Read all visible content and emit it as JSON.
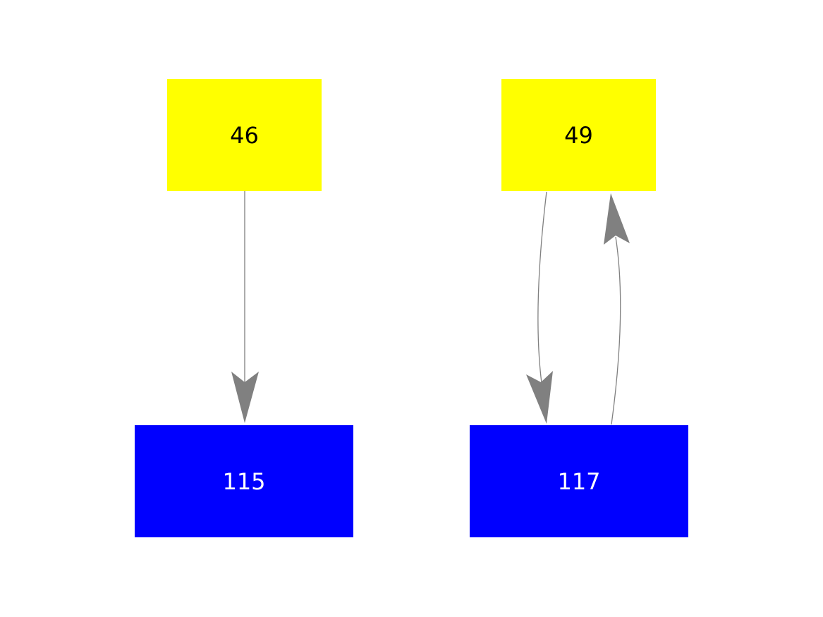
{
  "diagram": {
    "type": "graph",
    "background": "#ffffff",
    "edge_color": "#808080",
    "nodes": [
      {
        "id": "46",
        "label": "46",
        "fill": "#ffff00",
        "text_color": "#000000",
        "shape": "rectangle"
      },
      {
        "id": "115",
        "label": "115",
        "fill": "#0000ff",
        "text_color": "#ffffff",
        "shape": "rectangle"
      },
      {
        "id": "49",
        "label": "49",
        "fill": "#ffff00",
        "text_color": "#000000",
        "shape": "rectangle"
      },
      {
        "id": "117",
        "label": "117",
        "fill": "#0000ff",
        "text_color": "#ffffff",
        "shape": "rectangle"
      }
    ],
    "edges": [
      {
        "source": "46",
        "target": "115",
        "style": "straight"
      },
      {
        "source": "49",
        "target": "117",
        "style": "curved"
      },
      {
        "source": "117",
        "target": "49",
        "style": "curved"
      }
    ]
  }
}
